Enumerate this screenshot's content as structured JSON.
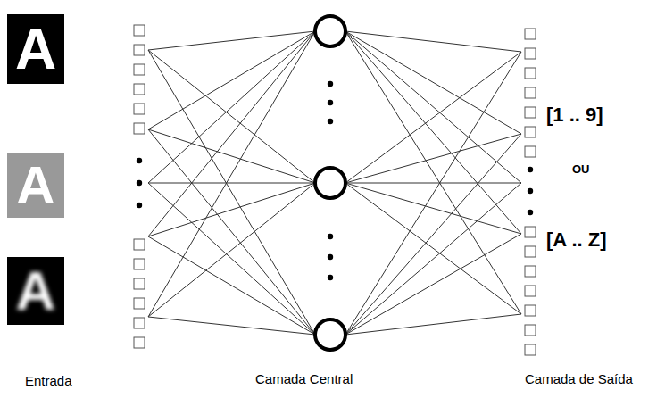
{
  "diagram": {
    "labels": [
      "A",
      "A",
      "A",
      "[1 .. 9]",
      "OU",
      "[A .. Z]",
      "Entrada",
      "Camada Central",
      "Camada de Saída"
    ]
  }
}
